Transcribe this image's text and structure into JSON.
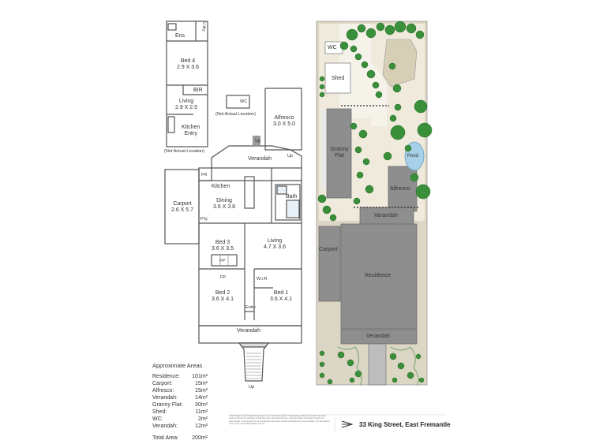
{
  "floor_plan": {
    "rooms": [
      {
        "id": "ens",
        "name": "Ens",
        "dims": ""
      },
      {
        "id": "ldry",
        "name": "L'dry",
        "dims": ""
      },
      {
        "id": "bed4",
        "name": "Bed 4",
        "dims": "2.9 X 3.6"
      },
      {
        "id": "bir",
        "name": "BIR",
        "dims": ""
      },
      {
        "id": "living-granny",
        "name": "Living",
        "dims": "2.9 X 2.5"
      },
      {
        "id": "kitchen-entry",
        "name": "Kitchen",
        "dims": "Entry"
      },
      {
        "id": "wc-detached",
        "name": "WC",
        "dims": ""
      },
      {
        "id": "alfresco",
        "name": "Alfresco",
        "dims": "3.0 X 5.0"
      },
      {
        "id": "verandah-rear",
        "name": "Verandah",
        "dims": ""
      },
      {
        "id": "fr",
        "name": "FR",
        "dims": ""
      },
      {
        "id": "kitchen",
        "name": "Kitchen",
        "dims": ""
      },
      {
        "id": "bath",
        "name": "Bath",
        "dims": ""
      },
      {
        "id": "carport",
        "name": "Carport",
        "dims": "2.6 X 5.7"
      },
      {
        "id": "dining",
        "name": "Dining",
        "dims": "3.6 X 3.8"
      },
      {
        "id": "ptry",
        "name": "P'ty",
        "dims": ""
      },
      {
        "id": "bed3",
        "name": "Bed 3",
        "dims": "3.6 X 3.5"
      },
      {
        "id": "living",
        "name": "Living",
        "dims": "4.7 X 3.6"
      },
      {
        "id": "fp1",
        "name": "FP",
        "dims": ""
      },
      {
        "id": "fp2",
        "name": "FP",
        "dims": ""
      },
      {
        "id": "wir",
        "name": "W.I.R",
        "dims": ""
      },
      {
        "id": "bed2",
        "name": "Bed 2",
        "dims": "3.6 X 4.1"
      },
      {
        "id": "bed1",
        "name": "Bed 1",
        "dims": "3.6 X 4.1"
      },
      {
        "id": "entry",
        "name": "Entry",
        "dims": ""
      },
      {
        "id": "verandah-front",
        "name": "Verandah",
        "dims": ""
      }
    ],
    "notes": {
      "not_actual_1": "(Not Actual Location)",
      "not_actual_2": "(Not Actual Location)",
      "up_1": "Up",
      "up_2": "Up",
      "up_3": "Up"
    }
  },
  "site_plan": {
    "labels": {
      "wc": "WC",
      "shed": "Shed",
      "granny_flat": "Granny Flat",
      "pond": "Pond",
      "alfresco": "Alfresco",
      "verandah_rear": "Verandah",
      "carport": "Carport",
      "residence": "Residence",
      "verandah_front": "Verandah"
    }
  },
  "areas": {
    "title": "Approximate Areas",
    "rows": [
      {
        "label": "Residence:",
        "value": "101m²"
      },
      {
        "label": "Carport:",
        "value": "15m²"
      },
      {
        "label": "Alfresco:",
        "value": "15m²"
      },
      {
        "label": "Verandah:",
        "value": "14m²"
      },
      {
        "label": "Granny Flat:",
        "value": "30m²"
      },
      {
        "label": "Shed:",
        "value": "11m²"
      },
      {
        "label": "WC:",
        "value": "2m²"
      },
      {
        "label": "Verandah:",
        "value": "12m²"
      }
    ],
    "total_label": "Total Area:",
    "total_value": "200m²"
  },
  "disclaimer": "This floorplan is for illustrative purposes only to show the layout of the property. While every effort has been made to ensure the accuracy of this floor plan, all measurements, areas and other information shown are approximate. The accuracy is not guaranteed and buyers should undertake their own enquiries. The floorplan is not to scale. www.allaboutplans.com.au",
  "address": "33 King Street, East Fremantle",
  "colors": {
    "line": "#555555",
    "lawn": "#f4f4f4",
    "building": "#8e8e8e",
    "hedge": "#2e8b2e",
    "pond": "#a8d0e8",
    "site_bg": "#dcd6c4"
  }
}
